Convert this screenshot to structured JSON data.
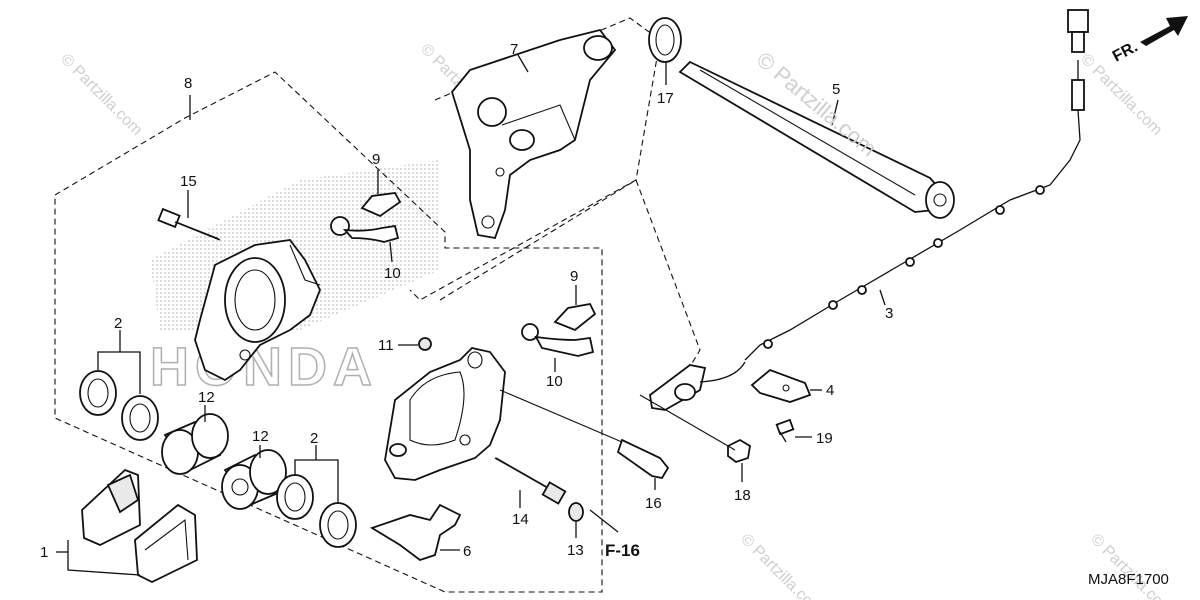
{
  "diagram": {
    "code": "MJA8F1700",
    "ref": "F-16",
    "direction": "FR.",
    "brand_watermark": "HONDA",
    "watermark": "© Partzilla.com",
    "callouts": {
      "c1": "1",
      "c2a": "2",
      "c2b": "2",
      "c3": "3",
      "c4": "4",
      "c5": "5",
      "c6": "6",
      "c7": "7",
      "c8": "8",
      "c9a": "9",
      "c9b": "9",
      "c10a": "10",
      "c10b": "10",
      "c11": "11",
      "c12a": "12",
      "c12b": "12",
      "c13": "13",
      "c14": "14",
      "c15": "15",
      "c16": "16",
      "c17": "17",
      "c18": "18",
      "c19": "19"
    }
  }
}
